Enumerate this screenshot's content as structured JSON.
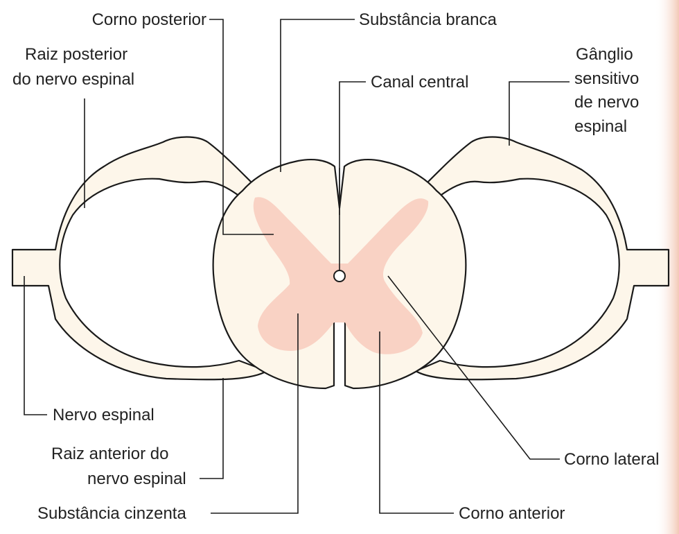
{
  "colors": {
    "white_matter": "#fdf6ea",
    "gray_matter": "#f9d2c4",
    "outline": "#1a1a1a",
    "label_text": "#222222",
    "right_edge_tint": "#f3c9b6"
  },
  "labels": {
    "corno_posterior": "Corno posterior",
    "substancia_branca": "Substância branca",
    "raiz_posterior_l1": "Raiz posterior",
    "raiz_posterior_l2": "do nervo espinal",
    "canal_central": "Canal central",
    "ganglio_l1": "Gânglio",
    "ganglio_l2": "sensitivo",
    "ganglio_l3": "de nervo",
    "ganglio_l4": "espinal",
    "nervo_espinal": "Nervo espinal",
    "raiz_anterior_l1": "Raiz anterior do",
    "raiz_anterior_l2": "nervo espinal",
    "corno_lateral": "Corno lateral",
    "substancia_cinzenta": "Substância cinzenta",
    "corno_anterior": "Corno anterior"
  }
}
